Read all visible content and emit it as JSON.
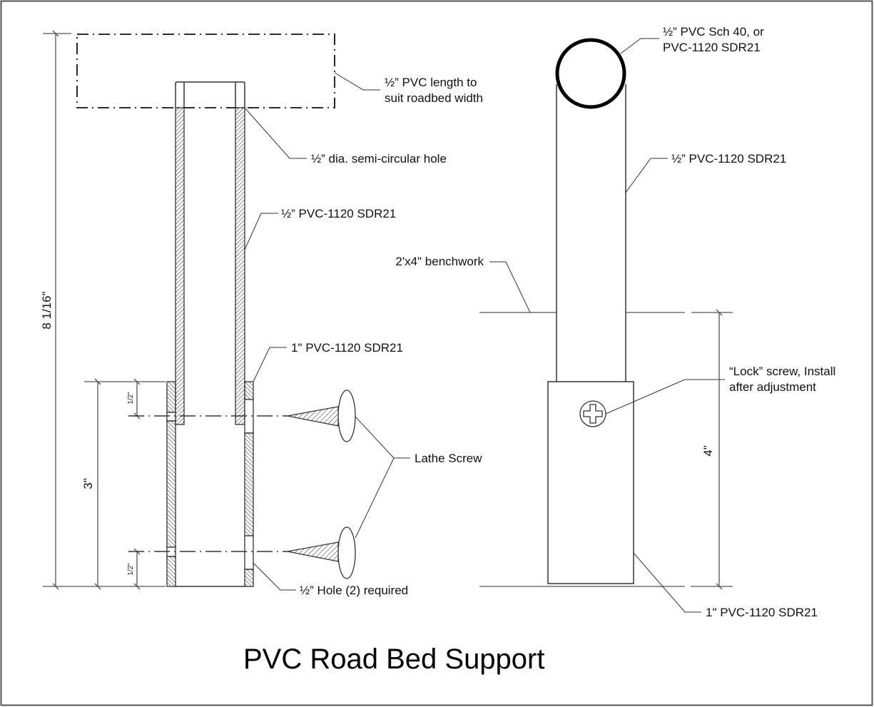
{
  "title": "PVC Road Bed Support",
  "colors": {
    "line": "#333333",
    "text": "#111111",
    "background": "#ffffff"
  },
  "section_view": {
    "dimensions": {
      "overall_height": "8 1/16\"",
      "outer_tube_length": "3\"",
      "hole_offset_top": "1/2\"",
      "hole_offset_bottom": "1/2\""
    },
    "labels": {
      "roadbed_pipe_line1": "½” PVC length to",
      "roadbed_pipe_line2": "suit roadbed width",
      "semi_hole": "½” dia. semi-circular hole",
      "inner_tube": "½” PVC-1120 SDR21",
      "outer_tube": "1\" PVC-1120 SDR21",
      "lathe_screw": "Lathe Screw",
      "holes_required": "½” Hole (2) required"
    }
  },
  "elevation_view": {
    "dimensions": {
      "benchwork_to_base": "4\""
    },
    "labels": {
      "top_pipe_line1": "½” PVC Sch 40, or",
      "top_pipe_line2": "PVC-1120 SDR21",
      "inner_tube": "½” PVC-1120 SDR21",
      "benchwork": "2'x4\" benchwork",
      "lock_screw_line1": "“Lock” screw, Install",
      "lock_screw_line2": "after adjustment",
      "outer_tube": "1\" PVC-1120 SDR21"
    }
  }
}
